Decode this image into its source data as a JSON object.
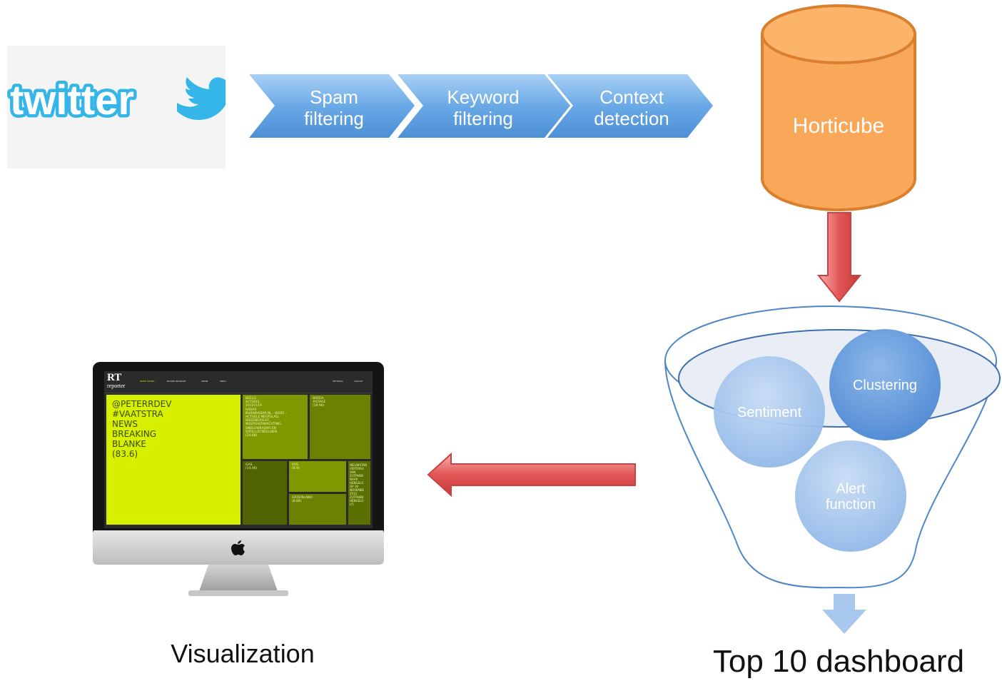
{
  "twitter_logo": {
    "text": "twitter",
    "icon": "bird-icon"
  },
  "pipeline": {
    "steps": [
      {
        "line1": "Spam",
        "line2": "filtering"
      },
      {
        "line1": "Keyword",
        "line2": "filtering"
      },
      {
        "line1": "Context",
        "line2": "detection"
      }
    ]
  },
  "database": {
    "label": "Horticube",
    "color": "#f9a85a"
  },
  "funnel": {
    "circles": [
      {
        "label": "Sentiment"
      },
      {
        "label": "Clustering"
      },
      {
        "label_line1": "Alert",
        "label_line2": "function"
      }
    ]
  },
  "dashboard_caption": "Top 10 dashboard",
  "visualization_caption": "Visualization",
  "monitor_screen": {
    "brand_top": "RT",
    "brand_bottom": "reporter",
    "nav": [
      "INTER FILTER...",
      "NOORD BRABANT",
      "ANWB",
      "SNELL"
    ],
    "nav_right": [
      "SETTINGS",
      "LOGOUT"
    ],
    "main_tile": [
      "@PETERRDEV",
      "#VAATSTRA",
      "NEWS",
      "BREAKING",
      "BLANKE",
      "(83.6)"
    ],
    "tile_beeld": [
      "BEELD",
      "ACTUEEL",
      "20121119",
      "RADAR",
      "BUIENRADAR.NL - WEER -",
      "ACTUELE NEERSLAG,",
      "WEERBERICHT,",
      "WEERSVERWACHTING,",
      "SNEEUWRADAR EN",
      "SATELLIETBEELDEN",
      "(20.68)"
    ],
    "tile_breda": [
      "BREDA",
      "#STAGE",
      "(18.96)"
    ],
    "tile_gas": [
      "GAS",
      "(14.06)"
    ],
    "tile_vvs": [
      "VVS",
      "(8.8)"
    ],
    "tile_groenland": [
      "GROENLAND",
      "(8.88)"
    ],
    "tile_nieuws": [
      "NIEUWSTAN",
      "VERTRAGI",
      "VAN",
      "ZUTPHEN",
      "NAAR",
      "HENGELO",
      "OP 19",
      "NOVEMBE",
      "2012",
      "ZUTPHEN",
      "HENGELO",
      "(7)"
    ]
  },
  "colors": {
    "chevron": "#7ab4ea",
    "arrow_red": "#e85c5c",
    "tile_main": "#d7f000",
    "tile_olive": "#738a00",
    "tile_dark": "#4f6300"
  }
}
